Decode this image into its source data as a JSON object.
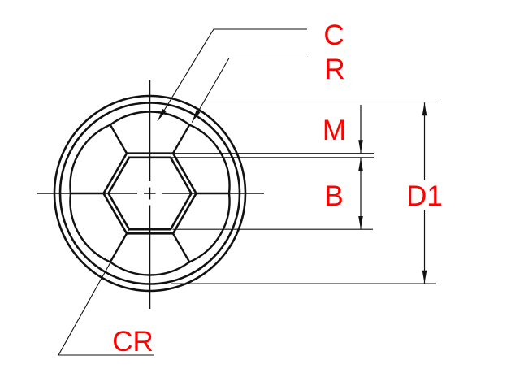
{
  "drawing": {
    "description": "hex-socket-head-top-view",
    "labels": {
      "c": "C",
      "r": "R",
      "m": "M",
      "b": "B",
      "d1": "D1",
      "cr": "CR"
    },
    "colors": {
      "label": "#ff0000",
      "line": "#111111",
      "background": "#ffffff"
    }
  }
}
